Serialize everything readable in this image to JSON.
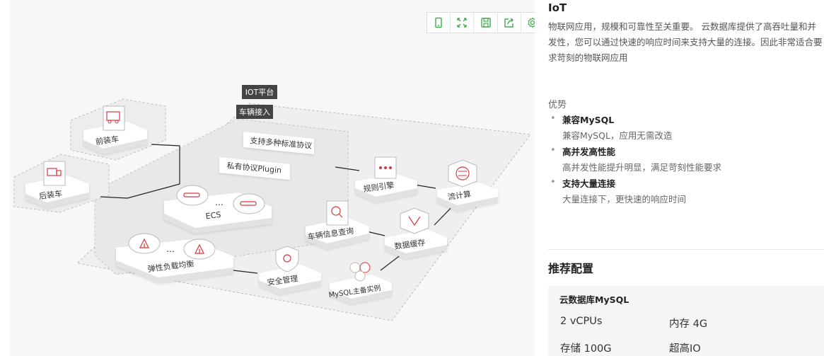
{
  "toolbar": {
    "buttons": [
      {
        "name": "phone-icon",
        "label": ""
      },
      {
        "name": "fullscreen-icon",
        "label": ""
      },
      {
        "name": "save-icon",
        "label": ""
      },
      {
        "name": "share-icon",
        "label": ""
      },
      {
        "name": "gear-icon",
        "label": ""
      }
    ],
    "accent_color": "#3fae49"
  },
  "diagram": {
    "platform_label": "IOT平台",
    "vehicle_access_label": "车辆接入",
    "protocol_label": "支持多种标准协议",
    "plugin_label": "私有协议Plugin",
    "ecs_label": "ECS",
    "ecs_dots": "...",
    "slb_label": "弹性负载均衡",
    "slb_dots": "...",
    "front_vehicle_label": "前装车",
    "rear_vehicle_label": "后装车",
    "rule_engine_label": "规则引擎",
    "stream_label": "流计算",
    "vehicle_query_label": "车辆信息查询",
    "data_cache_label": "数据缓存",
    "security_label": "安全管理",
    "mysql_ha_label": "MySQL主备实例",
    "icon_red": "#d9363e"
  },
  "info": {
    "title": "IoT",
    "description": "物联网应用，规模和可靠性至关重要。 云数据库提供了高吞吐量和并发性，您可以通过快速的响应时间来支持大量的连接。因此非常适合要求苛刻的物联网应用",
    "advantages_heading": "优势",
    "advantages": [
      {
        "title": "兼容MySQL",
        "desc": "兼容MySQL，应用无需改造"
      },
      {
        "title": "高并发高性能",
        "desc": "高并发性能提升明显，满足苛刻性能要求"
      },
      {
        "title": "支持大量连接",
        "desc": "大量连接下，更快速的响应时间"
      }
    ],
    "recommended_title": "推荐配置",
    "product": "云数据库MySQL",
    "specs": [
      "2 vCPUs",
      "内存 4G",
      "存储 100G",
      "超高IO"
    ]
  }
}
